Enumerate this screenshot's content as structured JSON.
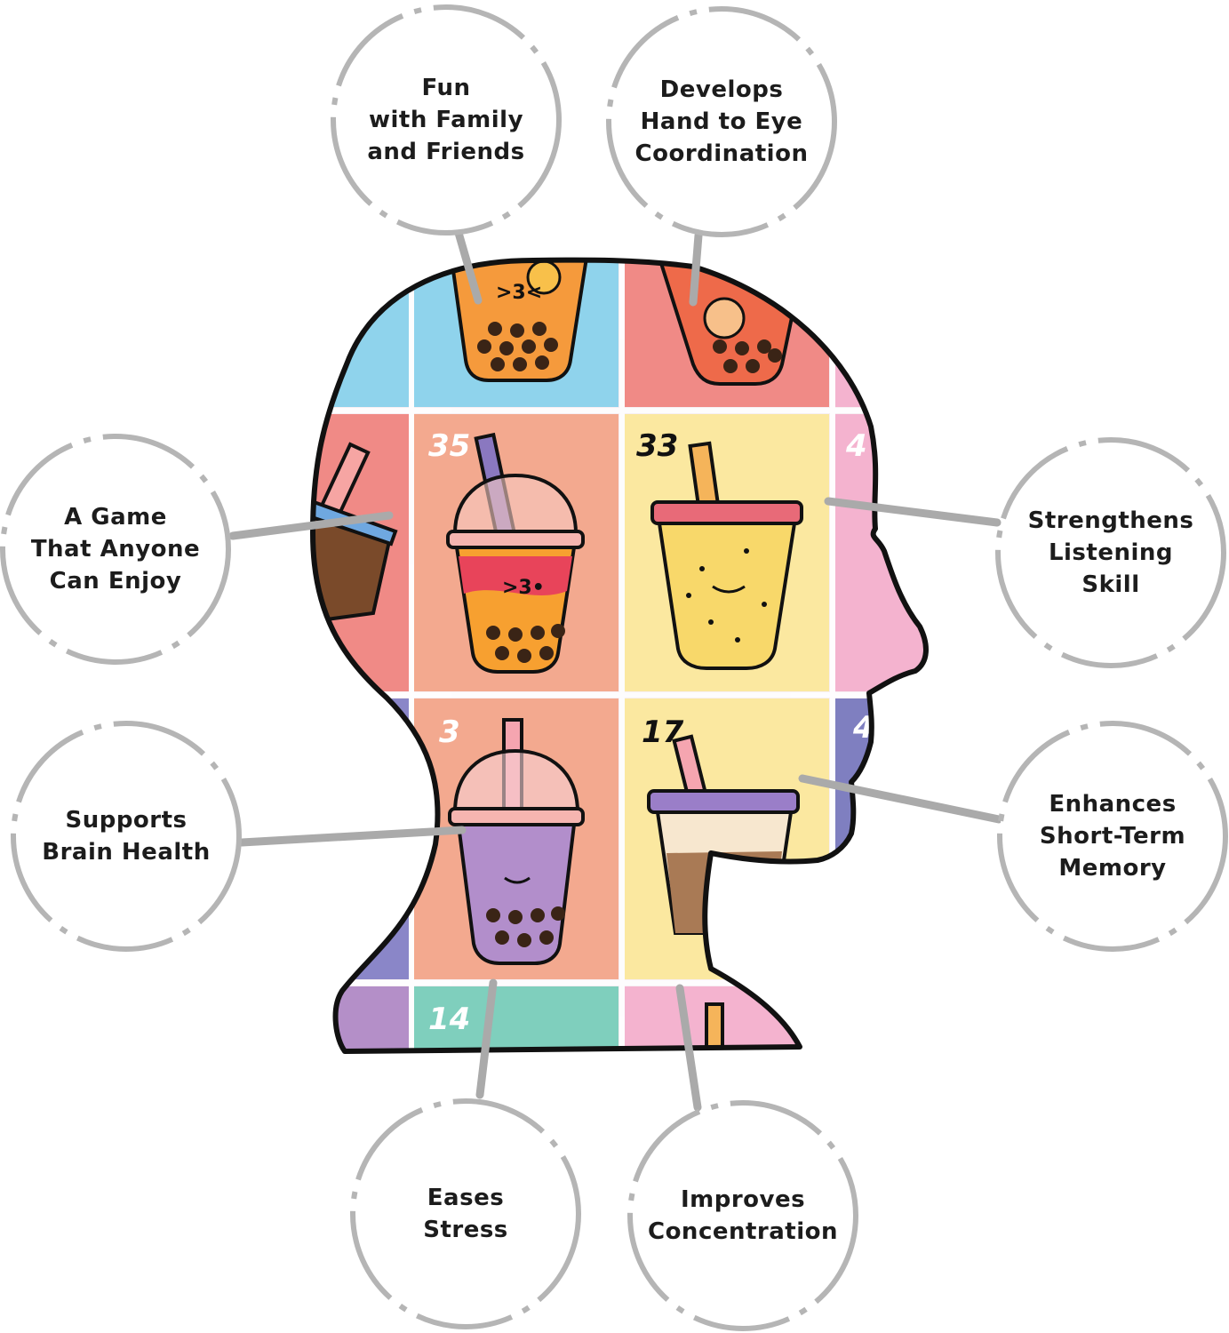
{
  "colors": {
    "outline": "#111111",
    "connector": "#aaaaaa",
    "bubble_ring": "#b5b5b5",
    "tile_blue": "#8fd3ec",
    "tile_coral": "#f08a86",
    "tile_peach": "#f3a98f",
    "tile_yellow": "#fbe8a0",
    "tile_pink": "#f4b3cf",
    "tile_violet": "#7f7fc0",
    "tile_teal": "#7fcfbd",
    "tile_lilac": "#b48fc8"
  },
  "bubbles": [
    {
      "id": "fun",
      "text": "Fun\nwith Family\nand Friends"
    },
    {
      "id": "coordination",
      "text": "Develops\nHand to Eye\nCoordination"
    },
    {
      "id": "anyone",
      "text": "A Game\nThat Anyone\nCan Enjoy"
    },
    {
      "id": "listening",
      "text": "Strengthens\nListening\nSkill"
    },
    {
      "id": "brain",
      "text": "Supports\nBrain Health"
    },
    {
      "id": "memory",
      "text": "Enhances\nShort-Term\nMemory"
    },
    {
      "id": "stress",
      "text": "Eases\nStress"
    },
    {
      "id": "concentration",
      "text": "Improves\nConcentration"
    }
  ],
  "tiles": {
    "t35": "35",
    "t33": "33",
    "t4a": "4",
    "t3": "3",
    "t17": "17",
    "t4b": "4",
    "t14": "14"
  },
  "faces": {
    "orange_cup": ">3<",
    "red_cup": ">3•"
  }
}
